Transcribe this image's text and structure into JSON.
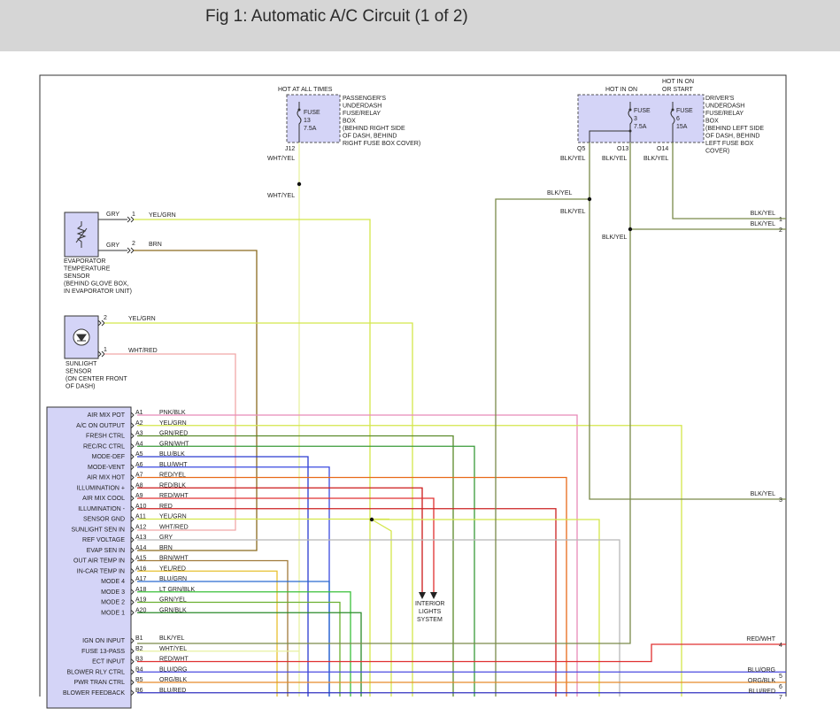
{
  "header": {
    "title": "Fig 1: Automatic A/C Circuit (1 of 2)"
  },
  "colors": {
    "fuse_box_fill": "#d4d4f7",
    "module_fill": "#d4d4f7",
    "wht_yel": "#e8f0a0",
    "yel_grn": "#d4e64a",
    "brn": "#8a6a1f",
    "wht_red": "#f0a8a8",
    "pnk_blk": "#e88ab8",
    "grn_red": "#5a8a2a",
    "grn_wht": "#3a9a3a",
    "blu_blk": "#2a3ad0",
    "blu_wht": "#3a4ae0",
    "red_yel": "#e86a1a",
    "red_blk": "#cc1a1a",
    "red_wht": "#e03030",
    "red": "#cc2222",
    "gry": "#b8b8b8",
    "brn_wht": "#a07a3a",
    "yel_red": "#e8c030",
    "blu_grn": "#2a6ad0",
    "lt_grn_blk": "#3ac03a",
    "grn_yel": "#6ab030",
    "grn_blk": "#2a8a2a",
    "blk_yel": "#7a8a4a",
    "blu_org": "#4a4ae0",
    "org_blk": "#e88a2a",
    "blu_red": "#3030c0"
  },
  "pass_box": {
    "top_label": "HOT AT ALL TIMES",
    "fuse_label": "FUSE",
    "fuse_num": "13",
    "fuse_amp": "7.5A",
    "desc": [
      "PASSENGER'S",
      "UNDERDASH",
      "FUSE/RELAY",
      "BOX",
      "(BEHIND RIGHT SIDE",
      "OF DASH, BEHIND",
      "RIGHT FUSE BOX COVER)"
    ],
    "terminal": "J12",
    "wire_label_1": "WHT/YEL",
    "wire_label_2": "WHT/YEL"
  },
  "drv_box": {
    "top_label_1": "HOT IN ON",
    "top_label_2": [
      "HOT IN ON",
      "OR START"
    ],
    "fuse_a": {
      "label": "FUSE",
      "num": "3",
      "amp": "7.5A"
    },
    "fuse_b": {
      "label": "FUSE",
      "num": "6",
      "amp": "15A"
    },
    "desc": [
      "DRIVER'S",
      "UNDERDASH",
      "FUSE/RELAY",
      "BOX",
      "(BEHIND LEFT SIDE",
      "OF DASH, BEHIND",
      "LEFT FUSE BOX",
      "COVER)"
    ],
    "terminals": [
      "Q5",
      "O13",
      "O14"
    ],
    "wire_labels": [
      "BLK/YEL",
      "BLK/YEL",
      "BLK/YEL"
    ]
  },
  "right_side": {
    "splice_labels": [
      "BLK/YEL",
      "BLK/YEL",
      "BLK/YEL"
    ],
    "outputs": [
      {
        "label": "BLK/YEL",
        "num": "1"
      },
      {
        "label": "BLK/YEL",
        "num": "2"
      },
      {
        "label": "BLK/YEL",
        "num": "3"
      },
      {
        "label": "RED/WHT",
        "num": "4"
      },
      {
        "label": "BLU/ORG",
        "num": "5"
      },
      {
        "label": "ORG/BLK",
        "num": "6"
      },
      {
        "label": "BLU/RED",
        "num": "7"
      }
    ]
  },
  "evap_sensor": {
    "desc": [
      "EVAPORATOR",
      "TEMPERATURE",
      "SENSOR",
      "(BEHIND GLOVE BOX,",
      "IN EVAPORATOR UNIT)"
    ],
    "pins": [
      {
        "color": "GRY",
        "num": "1",
        "wire": "YEL/GRN"
      },
      {
        "color": "GRY",
        "num": "2",
        "wire": "BRN"
      }
    ]
  },
  "sun_sensor": {
    "desc": [
      "SUNLIGHT",
      "SENSOR",
      "(ON CENTER FRONT",
      "OF DASH)"
    ],
    "pins": [
      {
        "num": "2",
        "wire": "YEL/GRN"
      },
      {
        "num": "1",
        "wire": "WHT/RED"
      }
    ]
  },
  "interior_lights": [
    "INTERIOR",
    "LIGHTS",
    "SYSTEM"
  ],
  "module_pins": [
    {
      "name": "AIR MIX POT",
      "pin": "A1",
      "wire": "PNK/BLK"
    },
    {
      "name": "A/C ON OUTPUT",
      "pin": "A2",
      "wire": "YEL/GRN"
    },
    {
      "name": "FRESH CTRL",
      "pin": "A3",
      "wire": "GRN/RED"
    },
    {
      "name": "REC/RC CTRL",
      "pin": "A4",
      "wire": "GRN/WHT"
    },
    {
      "name": "MODE-DEF",
      "pin": "A5",
      "wire": "BLU/BLK"
    },
    {
      "name": "MODE-VENT",
      "pin": "A6",
      "wire": "BLU/WHT"
    },
    {
      "name": "AIR MIX HOT",
      "pin": "A7",
      "wire": "RED/YEL"
    },
    {
      "name": "ILLUMINATION +",
      "pin": "A8",
      "wire": "RED/BLK"
    },
    {
      "name": "AIR MIX COOL",
      "pin": "A9",
      "wire": "RED/WHT"
    },
    {
      "name": "ILLUMINATION -",
      "pin": "A10",
      "wire": "RED"
    },
    {
      "name": "SENSOR GND",
      "pin": "A11",
      "wire": "YEL/GRN"
    },
    {
      "name": "SUNLIGHT SEN IN",
      "pin": "A12",
      "wire": "WHT/RED"
    },
    {
      "name": "REF VOLTAGE",
      "pin": "A13",
      "wire": "GRY"
    },
    {
      "name": "EVAP SEN IN",
      "pin": "A14",
      "wire": "BRN"
    },
    {
      "name": "OUT AIR TEMP IN",
      "pin": "A15",
      "wire": "BRN/WHT"
    },
    {
      "name": "IN-CAR TEMP IN",
      "pin": "A16",
      "wire": "YEL/RED"
    },
    {
      "name": "MODE 4",
      "pin": "A17",
      "wire": "BLU/GRN"
    },
    {
      "name": "MODE 3",
      "pin": "A18",
      "wire": "LT GRN/BLK"
    },
    {
      "name": "MODE 2",
      "pin": "A19",
      "wire": "GRN/YEL"
    },
    {
      "name": "MODE 1",
      "pin": "A20",
      "wire": "GRN/BLK"
    },
    {
      "name": "IGN ON INPUT",
      "pin": "B1",
      "wire": "BLK/YEL"
    },
    {
      "name": "FUSE 13-PASS",
      "pin": "B2",
      "wire": "WHT/YEL"
    },
    {
      "name": "ECT INPUT",
      "pin": "B3",
      "wire": "RED/WHT"
    },
    {
      "name": "BLOWER RLY CTRL",
      "pin": "B4",
      "wire": "BLU/ORG"
    },
    {
      "name": "PWR TRAN CTRL",
      "pin": "B5",
      "wire": "ORG/BLK"
    },
    {
      "name": "BLOWER FEEDBACK",
      "pin": "B6",
      "wire": "BLU/RED"
    }
  ]
}
